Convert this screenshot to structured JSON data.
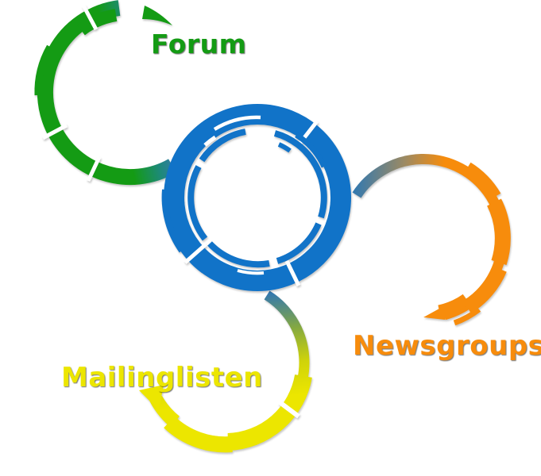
{
  "diagram": {
    "nodes": [
      {
        "id": "forum",
        "label": "Forum"
      },
      {
        "id": "newsgroups",
        "label": "Newsgroups"
      },
      {
        "id": "mailinglisten",
        "label": "Mailinglisten"
      }
    ],
    "colors": {
      "background": "#ffffff",
      "blue": "#1173c8",
      "green": "#149b14",
      "orange": "#f78c0c",
      "yellow": "#ece600",
      "teal": "#1d8a78",
      "steel_blue": "#3579ae",
      "tan": "#9d8a62",
      "olive": "#84a841",
      "yellow_green": "#cfd30a"
    }
  }
}
